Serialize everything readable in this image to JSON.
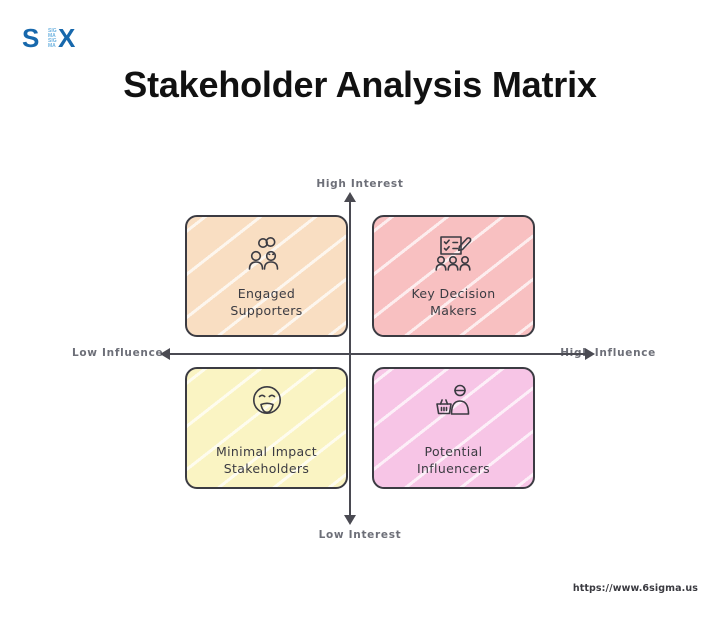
{
  "brand": {
    "logo_text_left": "S",
    "logo_text_right": "X",
    "logo_stacked_word": "SIGMA",
    "logo_color_dark": "#1768ac",
    "logo_color_light": "#6fb3e0"
  },
  "header": {
    "title": "Stakeholder Analysis Matrix"
  },
  "axes": {
    "top_label": "High Interest",
    "bottom_label": "Low Interest",
    "left_label": "Low Influence",
    "right_label": "High Influence",
    "vertical_axis_name": "Interest",
    "horizontal_axis_name": "Influence"
  },
  "quadrants": [
    {
      "id": "top-left",
      "label": "Engaged Supporters",
      "line1": "Engaged",
      "line2": "Supporters",
      "icon": "two-people-heart-icon",
      "color": "#f9dec2",
      "position": "High Interest / Low Influence"
    },
    {
      "id": "top-right",
      "label": "Key Decision Makers",
      "line1": "Key Decision",
      "line2": "Makers",
      "icon": "checklist-pen-people-icon",
      "color": "#f8c0c1",
      "position": "High Interest / High Influence"
    },
    {
      "id": "bottom-left",
      "label": "Minimal Impact Stakeholders",
      "line1": "Minimal Impact",
      "line2": "Stakeholders",
      "icon": "sleeping-face-icon",
      "color": "#faf4c3",
      "position": "Low Interest / Low Influence"
    },
    {
      "id": "bottom-right",
      "label": "Potential Influencers",
      "line1": "Potential",
      "line2": "Influencers",
      "icon": "shopping-basket-person-icon",
      "color": "#f7c5e6",
      "position": "Low Interest / High Influence"
    }
  ],
  "footer": {
    "url": "https://www.6sigma.us"
  }
}
